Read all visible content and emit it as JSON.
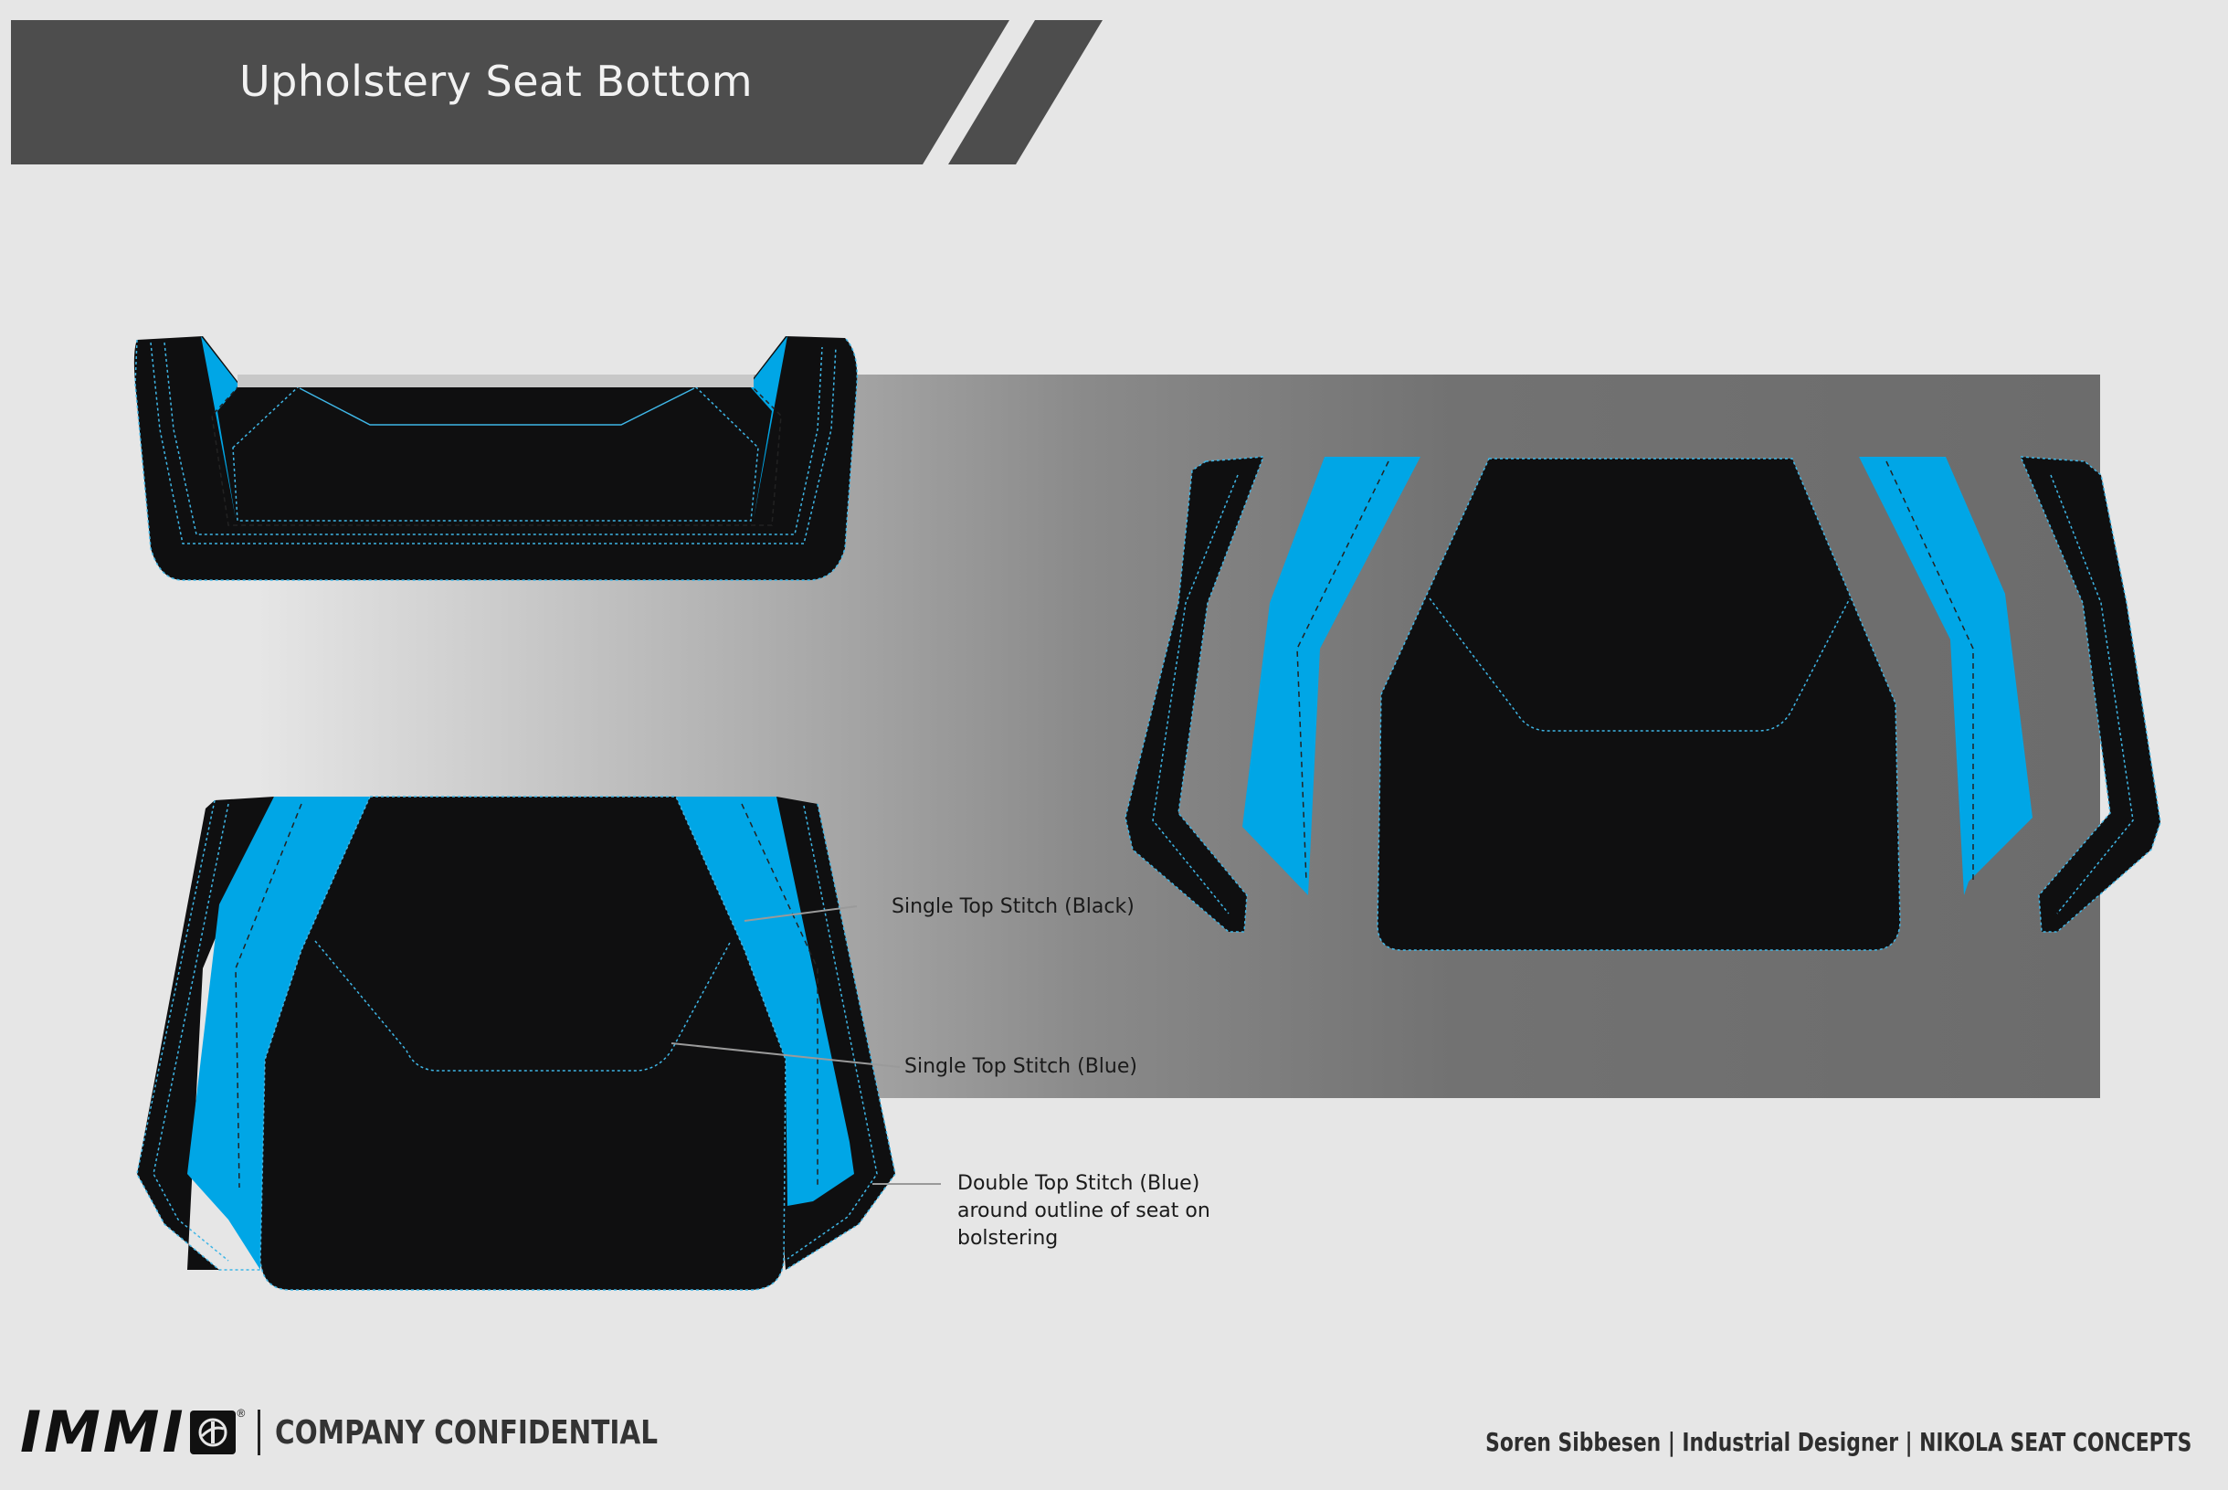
{
  "header": {
    "title": "Upholstery Seat Bottom"
  },
  "callouts": {
    "single_black": "Single Top Stitch (Black)",
    "single_blue": "Single Top Stitch (Blue)",
    "double_blue_line1": "Double Top Stitch (Blue)",
    "double_blue_line2": "around outline of seat on",
    "double_blue_line3": "bolstering"
  },
  "footer": {
    "logo": "IMMI",
    "logo_reg": "®",
    "confidential": "COMPANY CONFIDENTIAL",
    "credit": "Soren Sibbesen | Industrial Designer | NIKOLA SEAT CONCEPTS"
  },
  "colors": {
    "background": "#e6e6e6",
    "header_bar": "#4d4d4d",
    "accent_blue": "#00a6e6",
    "panel_black": "#0f0f10",
    "stitch_blue": "#3fb6e6"
  }
}
